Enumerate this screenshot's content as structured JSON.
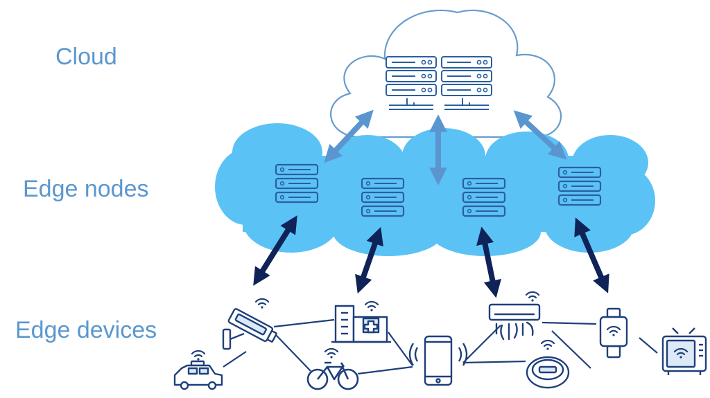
{
  "labels": {
    "cloud": "Cloud",
    "edge_nodes": "Edge nodes",
    "edge_devices": "Edge devices"
  },
  "colors": {
    "label": "#5a97cf",
    "cloud_outline": "#6a9ccc",
    "edge_cloud": "#5bc2f5",
    "server_line": "#2a5fa0",
    "device_line": "#1e3f7a",
    "light_arrow": "#5a95d0",
    "dark_arrow": "#0f2358"
  },
  "icons": {
    "cloud_servers": "server-rack-icon",
    "edge_node": "server-stack-icon",
    "devices": [
      "security-camera-icon",
      "taxi-icon",
      "hospital-icon",
      "bicycle-icon",
      "smartphone-icon",
      "air-conditioner-icon",
      "robot-vacuum-icon",
      "smartwatch-icon",
      "smart-tv-icon"
    ]
  }
}
